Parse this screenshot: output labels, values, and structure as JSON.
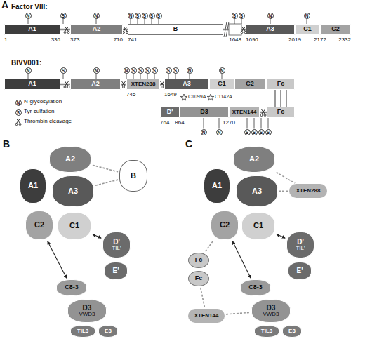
{
  "diagram": {
    "nodes": [
      {
        "text": [
          "A1"
        ]
      },
      {
        "text": [
          "A2"
        ]
      },
      {
        "text": [
          "B"
        ]
      },
      {
        "text": [
          "A3"
        ]
      },
      {
        "text": [
          "C1"
        ]
      },
      {
        "text": [
          "C2"
        ]
      },
      {
        "text": [
          "A1"
        ]
      },
      {
        "text": [
          "A2"
        ]
      },
      {
        "text": [
          "XTEN288"
        ]
      },
      {
        "text": [
          "A3"
        ]
      },
      {
        "text": [
          "C1"
        ]
      },
      {
        "text": [
          "C2"
        ]
      },
      {
        "text": [
          "Fc"
        ]
      },
      {
        "text": [
          "D'"
        ]
      },
      {
        "text": [
          "D3"
        ]
      },
      {
        "text": [
          "XTEN144"
        ]
      },
      {
        "text": [
          "Fc"
        ]
      },
      {
        "text": [
          "A2"
        ]
      },
      {
        "text": [
          "A1"
        ]
      },
      {
        "text": [
          "A3"
        ]
      },
      {
        "text": [
          "B"
        ]
      },
      {
        "text": [
          "C2"
        ]
      },
      {
        "text": [
          "C1"
        ]
      },
      {
        "text": [
          "D'",
          "TIL'"
        ]
      },
      {
        "text": [
          "E'"
        ]
      },
      {
        "text": [
          "C8-3"
        ]
      },
      {
        "text": [
          "D3",
          "VWD3"
        ]
      },
      {
        "text": [
          "TIL3"
        ]
      },
      {
        "text": [
          "E3"
        ]
      },
      {
        "text": [
          "A2"
        ]
      },
      {
        "text": [
          "A1"
        ]
      },
      {
        "text": [
          "A3"
        ]
      },
      {
        "text": [
          "XTEN288"
        ]
      },
      {
        "text": [
          "Fc"
        ]
      },
      {
        "text": [
          "Fc"
        ]
      },
      {
        "text": [
          "C2"
        ]
      },
      {
        "text": [
          "C1"
        ]
      },
      {
        "text": [
          "D'",
          "TIL'"
        ]
      },
      {
        "text": [
          "E'"
        ]
      },
      {
        "text": [
          "C8-3"
        ]
      },
      {
        "text": [
          "XTEN144"
        ]
      },
      {
        "text": [
          "D3",
          "VWD3"
        ]
      },
      {
        "text": [
          "TIL3"
        ]
      },
      {
        "text": [
          "E3"
        ]
      }
    ],
    "edges": [
      {
        "from": 0,
        "to": 1,
        "arrow": "none"
      },
      {
        "from": 1,
        "to": 2,
        "arrow": "none"
      },
      {
        "from": 2,
        "to": 3,
        "arrow": "none"
      },
      {
        "from": 6,
        "to": 7,
        "arrow": "none"
      },
      {
        "from": 7,
        "to": 8,
        "arrow": "none"
      },
      {
        "from": 8,
        "to": 9,
        "arrow": "none"
      },
      {
        "from": 12,
        "to": 16,
        "arrow": "none"
      },
      {
        "from": 15,
        "to": 16,
        "arrow": "none"
      },
      {
        "from": 17,
        "to": 20,
        "arrow": "none"
      },
      {
        "from": 20,
        "to": 19,
        "arrow": "none"
      },
      {
        "from": 22,
        "to": 23,
        "arrow": "both"
      },
      {
        "from": 21,
        "to": 25,
        "arrow": "both"
      },
      {
        "from": 29,
        "to": 32,
        "arrow": "none"
      },
      {
        "from": 32,
        "to": 31,
        "arrow": "none"
      },
      {
        "from": 35,
        "to": 33,
        "arrow": "none"
      },
      {
        "from": 34,
        "to": 40,
        "arrow": "none"
      },
      {
        "from": 40,
        "to": 41,
        "arrow": "none"
      },
      {
        "from": 36,
        "to": 37,
        "arrow": "both"
      },
      {
        "from": 35,
        "to": 39,
        "arrow": "both"
      }
    ],
    "labels": [
      "A",
      "Factor VIII:",
      "N",
      "S",
      "N",
      "N",
      "S",
      "S",
      "S",
      "S",
      "S",
      "S",
      "N",
      "N",
      "1",
      "336",
      "373",
      "710",
      "741",
      "1648",
      "1690",
      "2019",
      "2172",
      "2332",
      "BIVV001:",
      "N",
      "S",
      "N",
      "N",
      "S",
      "S",
      "S",
      "S",
      "S",
      "S",
      "N",
      "N",
      "745",
      "1649",
      "C1099A",
      "C1142A",
      "764",
      "864",
      "1270",
      "N",
      "N",
      "S",
      "S",
      "S",
      "S",
      "N",
      "S",
      "B",
      "C"
    ],
    "legend": [
      {
        "text": "N-glycosylation"
      },
      {
        "text": "Tyr-sulfation"
      },
      {
        "text": "Thrombin cleavage"
      }
    ]
  }
}
